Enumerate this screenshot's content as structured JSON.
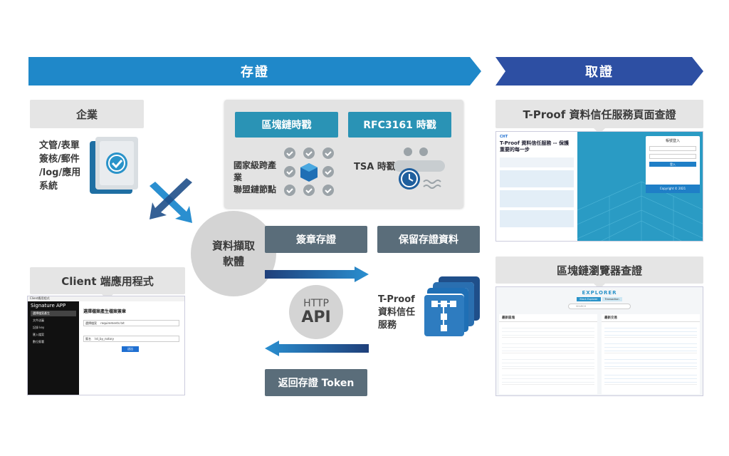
{
  "banners": {
    "store": "存證",
    "verify": "取證"
  },
  "enterprise": {
    "title": "企業",
    "systems": [
      "文管/表單",
      "簽核/郵件",
      "/log/應用",
      "系統"
    ]
  },
  "client": {
    "title": "Client 端應用程式",
    "window_title": "Client應用程式",
    "app_name": "Signature APP",
    "menu": [
      "選擇檔案產生",
      "文件送審",
      "記錄 key",
      "匯入檔案",
      "數位簽署"
    ],
    "heading": "選擇檔案產生檔案簽章",
    "field1_label": "選擇檔案",
    "field1_value": "requirements.txt",
    "field2_label": "簽名",
    "field2_value": "lst_by_notary",
    "submit": "送出"
  },
  "gateway": {
    "line1": "資料擷取",
    "line2": "軟體"
  },
  "timestamp_panel": {
    "blockchain_btn": "區塊鏈時戳",
    "rfc_btn": "RFC3161 時戳",
    "node_label": [
      "國家級跨產業",
      "聯盟鏈節點"
    ],
    "tsa_label": "TSA 時戳"
  },
  "flow": {
    "sign_store": "簽章存證",
    "keep_data": "保留存證資料",
    "http": "HTTP",
    "api": "API",
    "return_token": "返回存證 Token"
  },
  "tproof": {
    "lines": [
      "T-Proof",
      "資料信任",
      "服務"
    ]
  },
  "verify_page": {
    "title": "T-Proof 資料信任服務頁面查證",
    "logo": "CHT",
    "headline": "T-Proof 資料信任服務 -- 保護重要的每一步",
    "login": "帳號登入",
    "login_btn": "登入",
    "copyright": "Copyright © 2021"
  },
  "explorer": {
    "title": "區塊鏈瀏覽器查證",
    "header": "EXPLORER",
    "tab1": "Block Explorer",
    "tab2": "Transaction",
    "search_placeholder": "SEARCH",
    "col1": "最新區塊",
    "col2": "最新交易"
  },
  "colors": {
    "store_blue": "#1f88c9",
    "verify_navy": "#2d4fa3",
    "teal": "#2a93b5",
    "slate": "#5a6d7a",
    "gray_box": "#e5e5e5"
  }
}
